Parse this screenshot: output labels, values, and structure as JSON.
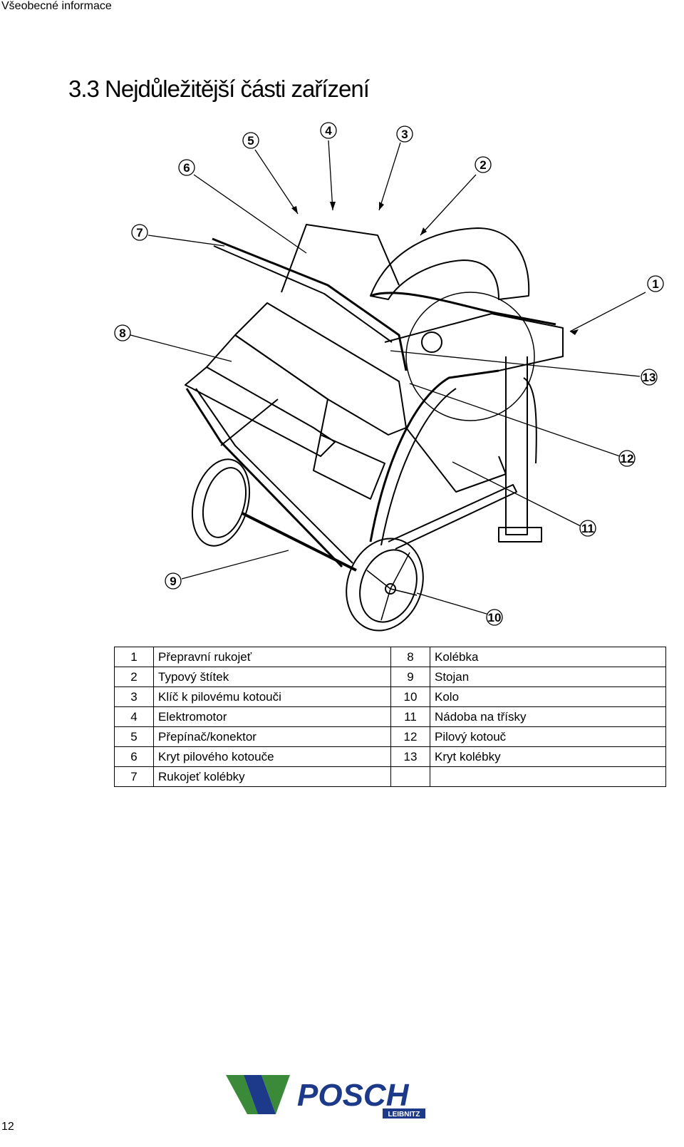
{
  "header": {
    "section": "Všeobecné informace"
  },
  "title": "3.3 Nejdůležitější části zařízení",
  "callouts": [
    "1",
    "2",
    "3",
    "4",
    "5",
    "6",
    "7",
    "8",
    "9",
    "10",
    "11",
    "12",
    "13"
  ],
  "parts": [
    {
      "n": "1",
      "label": "Přepravní rukojeť",
      "n2": "8",
      "label2": "Kolébka"
    },
    {
      "n": "2",
      "label": "Typový štítek",
      "n2": "9",
      "label2": "Stojan"
    },
    {
      "n": "3",
      "label": "Klíč k pilovému kotouči",
      "n2": "10",
      "label2": "Kolo"
    },
    {
      "n": "4",
      "label": "Elektromotor",
      "n2": "11",
      "label2": "Nádoba na třísky"
    },
    {
      "n": "5",
      "label": "Přepínač/konektor",
      "n2": "12",
      "label2": "Pilový kotouč"
    },
    {
      "n": "6",
      "label": "Kryt pilového kotouče",
      "n2": "13",
      "label2": "Kryt kolébky"
    },
    {
      "n": "7",
      "label": "Rukojeť kolébky",
      "n2": "",
      "label2": ""
    }
  ],
  "footer": {
    "page_number": "12",
    "logo_text": "POSCH",
    "logo_sub": "LEIBNITZ"
  },
  "colors": {
    "brand_blue": "#1d3a8a",
    "brand_green": "#3a8a3a"
  }
}
